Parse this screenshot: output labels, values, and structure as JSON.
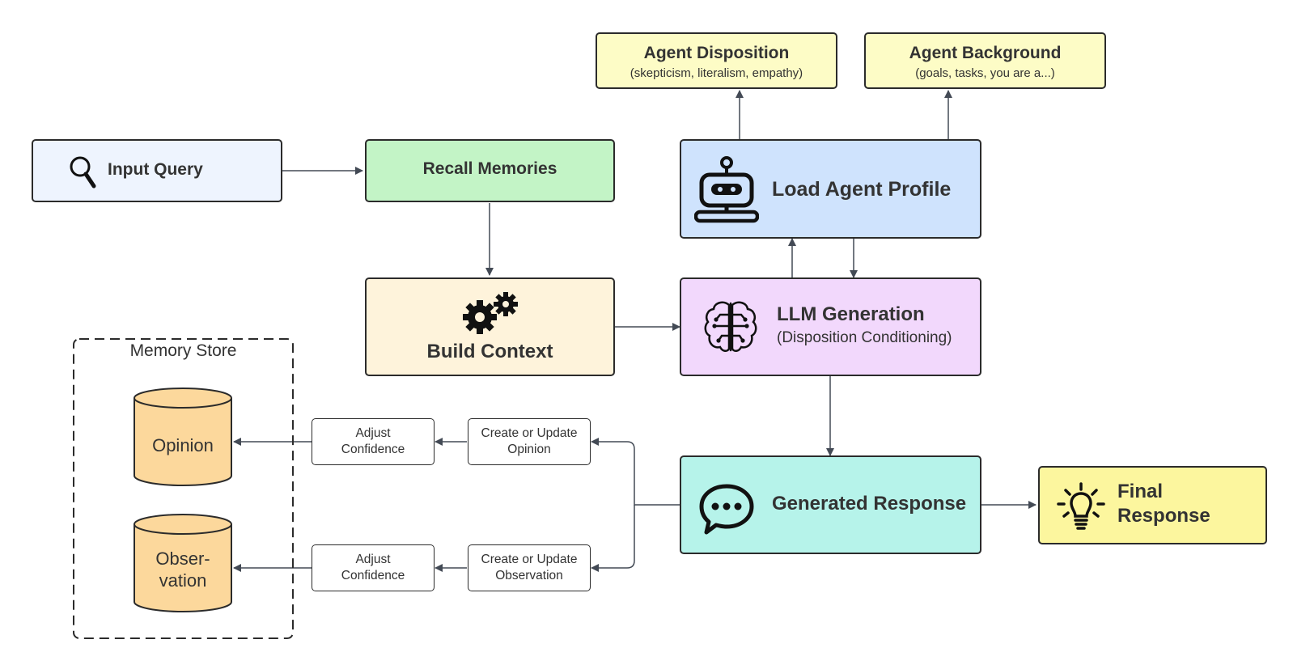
{
  "colors": {
    "input_query": "#EEF4FE",
    "recall_memories": "#C3F4C6",
    "build_context": "#FEF3DB",
    "agent_traits": "#FDFCC6",
    "load_profile": "#CFE3FD",
    "llm_generation": "#F2D8FC",
    "generated_response": "#B6F3EA",
    "final_response": "#FCF69E",
    "memory_cylinder": "#FCD89C",
    "stroke": "#2B2B2B",
    "arrow": "#434A55"
  },
  "nodes": {
    "input_query": {
      "label": "Input Query",
      "icon": "search-icon"
    },
    "recall_memories": {
      "label": "Recall Memories"
    },
    "build_context": {
      "label": "Build Context",
      "icon": "gears-icon"
    },
    "agent_disposition": {
      "label": "Agent Disposition",
      "sublabel": "(skepticism, literalism, empathy)"
    },
    "agent_background": {
      "label": "Agent Background",
      "sublabel": "(goals, tasks, you are a...)"
    },
    "load_agent_profile": {
      "label": "Load Agent Profile",
      "icon": "robot-icon"
    },
    "llm_generation": {
      "label": "LLM Generation",
      "sublabel": "(Disposition Conditioning)",
      "icon": "brain-icon"
    },
    "generated_response": {
      "label": "Generated Response",
      "icon": "speech-bubble-icon"
    },
    "final_response": {
      "label_line1": "Final",
      "label_line2": "Response",
      "icon": "lightbulb-icon"
    },
    "memory_store": {
      "label": "Memory Store"
    },
    "opinion": {
      "label": "Opinion"
    },
    "observation": {
      "label_line1": "Obser-",
      "label_line2": "vation"
    },
    "create_update_opinion": {
      "line1": "Create or Update",
      "line2": "Opinion"
    },
    "create_update_observation": {
      "line1": "Create or Update",
      "line2": "Observation"
    },
    "adjust_confidence_opinion": {
      "line1": "Adjust",
      "line2": "Confidence"
    },
    "adjust_confidence_observation": {
      "line1": "Adjust",
      "line2": "Confidence"
    }
  }
}
